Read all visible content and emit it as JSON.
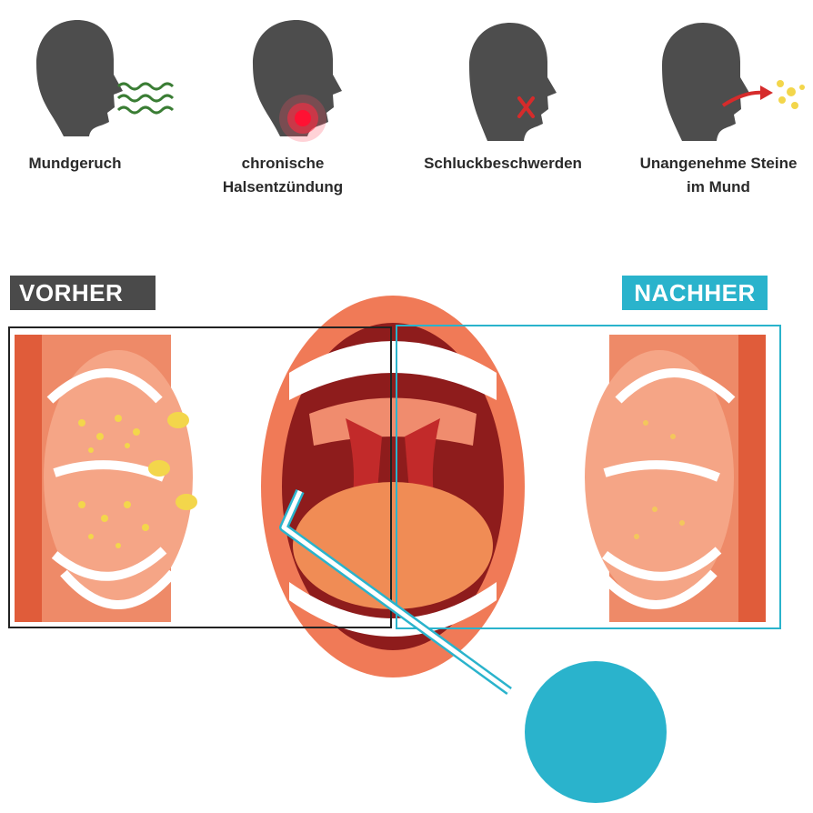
{
  "symptoms": [
    {
      "label_line1": "Mundgeruch",
      "label_line2": "",
      "icon": "bad-breath-waves-icon"
    },
    {
      "label_line1": "chronische",
      "label_line2": "Halsentzündung",
      "icon": "throat-inflammation-icon"
    },
    {
      "label_line1": "Schluckbeschwerden",
      "label_line2": "",
      "icon": "swallow-cross-icon"
    },
    {
      "label_line1": "Unangenehme Steine",
      "label_line2": "im Mund",
      "icon": "stones-arrow-icon"
    }
  ],
  "comparison": {
    "before_label": "VORHER",
    "after_label": "NACHHER"
  },
  "colors": {
    "head": "#4d4d4d",
    "before_badge": "#4a4a4a",
    "after_badge": "#2ab3cc",
    "tonsil_stone": "#f3d64b",
    "tissue": "#f08a6a",
    "tool": "#2ab3cc"
  }
}
